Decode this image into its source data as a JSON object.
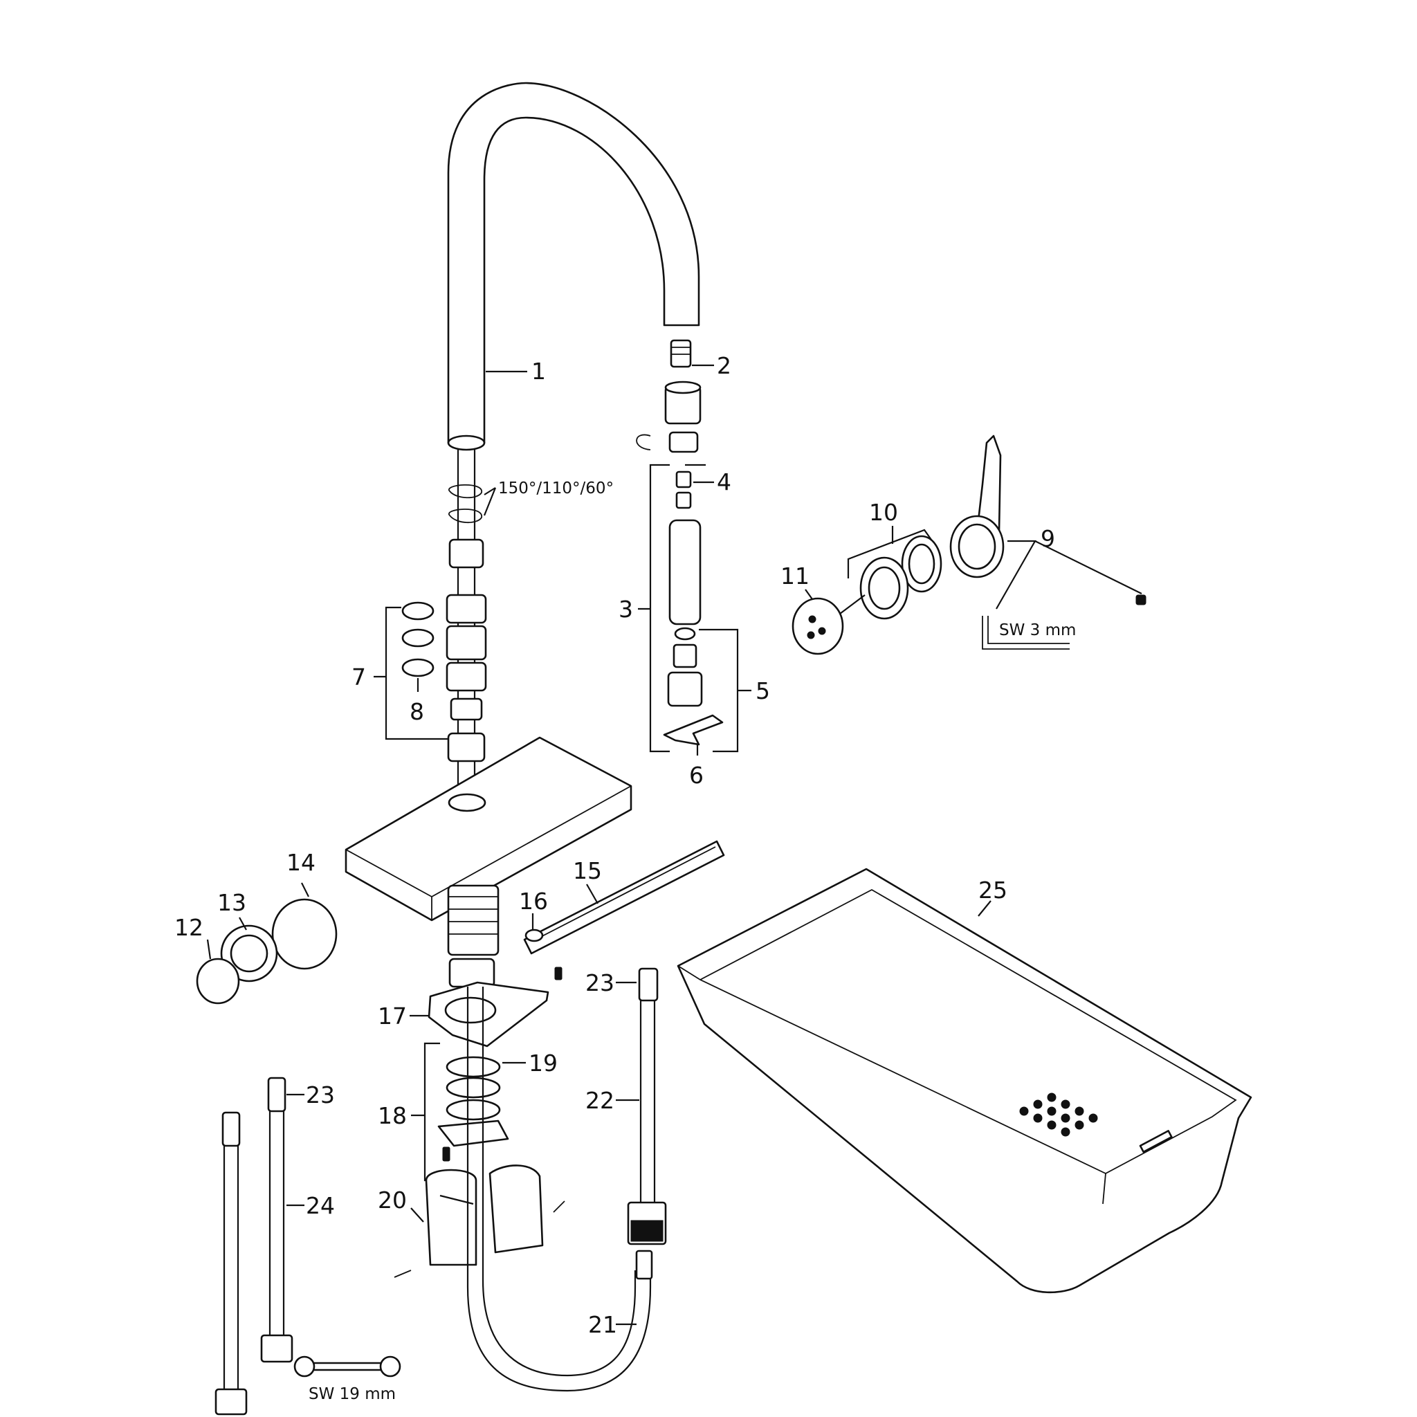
{
  "diagram": {
    "callouts": [
      {
        "id": "1",
        "text": "1"
      },
      {
        "id": "2",
        "text": "2"
      },
      {
        "id": "3",
        "text": "3"
      },
      {
        "id": "4",
        "text": "4"
      },
      {
        "id": "5",
        "text": "5"
      },
      {
        "id": "6",
        "text": "6"
      },
      {
        "id": "7",
        "text": "7"
      },
      {
        "id": "8",
        "text": "8"
      },
      {
        "id": "9",
        "text": "9"
      },
      {
        "id": "10",
        "text": "10"
      },
      {
        "id": "11",
        "text": "11"
      },
      {
        "id": "12",
        "text": "12"
      },
      {
        "id": "13",
        "text": "13"
      },
      {
        "id": "14",
        "text": "14"
      },
      {
        "id": "15",
        "text": "15"
      },
      {
        "id": "16",
        "text": "16"
      },
      {
        "id": "17",
        "text": "17"
      },
      {
        "id": "18",
        "text": "18"
      },
      {
        "id": "19",
        "text": "19"
      },
      {
        "id": "20",
        "text": "20"
      },
      {
        "id": "21",
        "text": "21"
      },
      {
        "id": "22",
        "text": "22"
      },
      {
        "id": "23a",
        "text": "23"
      },
      {
        "id": "23b",
        "text": "23"
      },
      {
        "id": "24",
        "text": "24"
      },
      {
        "id": "25",
        "text": "25"
      }
    ],
    "notes": {
      "angles": "150°/110°/60°",
      "hex_key": "SW 3 mm",
      "wrench": "SW 19 mm"
    }
  }
}
